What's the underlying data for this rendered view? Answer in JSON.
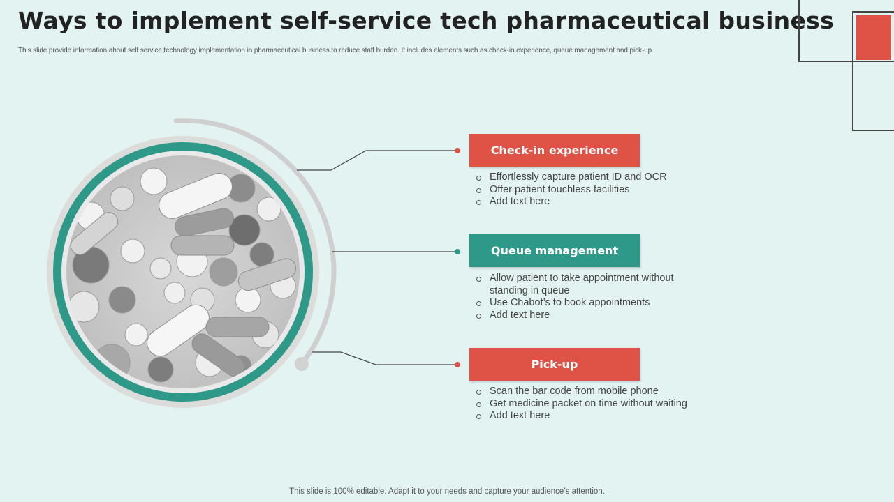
{
  "slide": {
    "title": "Ways to implement self-service tech pharmaceutical business",
    "subtitle": "This slide provide information about self service technology implementation in pharmaceutical business to reduce staff burden. It includes elements such as check-in experience, queue management and pick-up",
    "footer": "This slide is 100% editable. Adapt it to your needs and capture your audience’s attention."
  },
  "colors": {
    "background": "#e2f3f2",
    "accent_red": "#df5346",
    "accent_teal": "#2e9889",
    "ring_gray": "#dcdcda"
  },
  "image": {
    "description_icon": "pills-photo"
  },
  "sections": [
    {
      "heading": "Check-in experience",
      "color": "red",
      "bullets": [
        "Effortlessly capture patient ID and OCR",
        "Offer patient touchless facilities",
        "Add text here"
      ]
    },
    {
      "heading": "Queue management",
      "color": "teal",
      "bullets": [
        "Allow patient to take appointment without standing in queue",
        "Use Chabot’s to book appointments",
        "Add text here"
      ]
    },
    {
      "heading": "Pick-up",
      "color": "red",
      "bullets": [
        "Scan the bar code from mobile phone",
        "Get medicine packet on time without waiting",
        "Add text here"
      ]
    }
  ]
}
